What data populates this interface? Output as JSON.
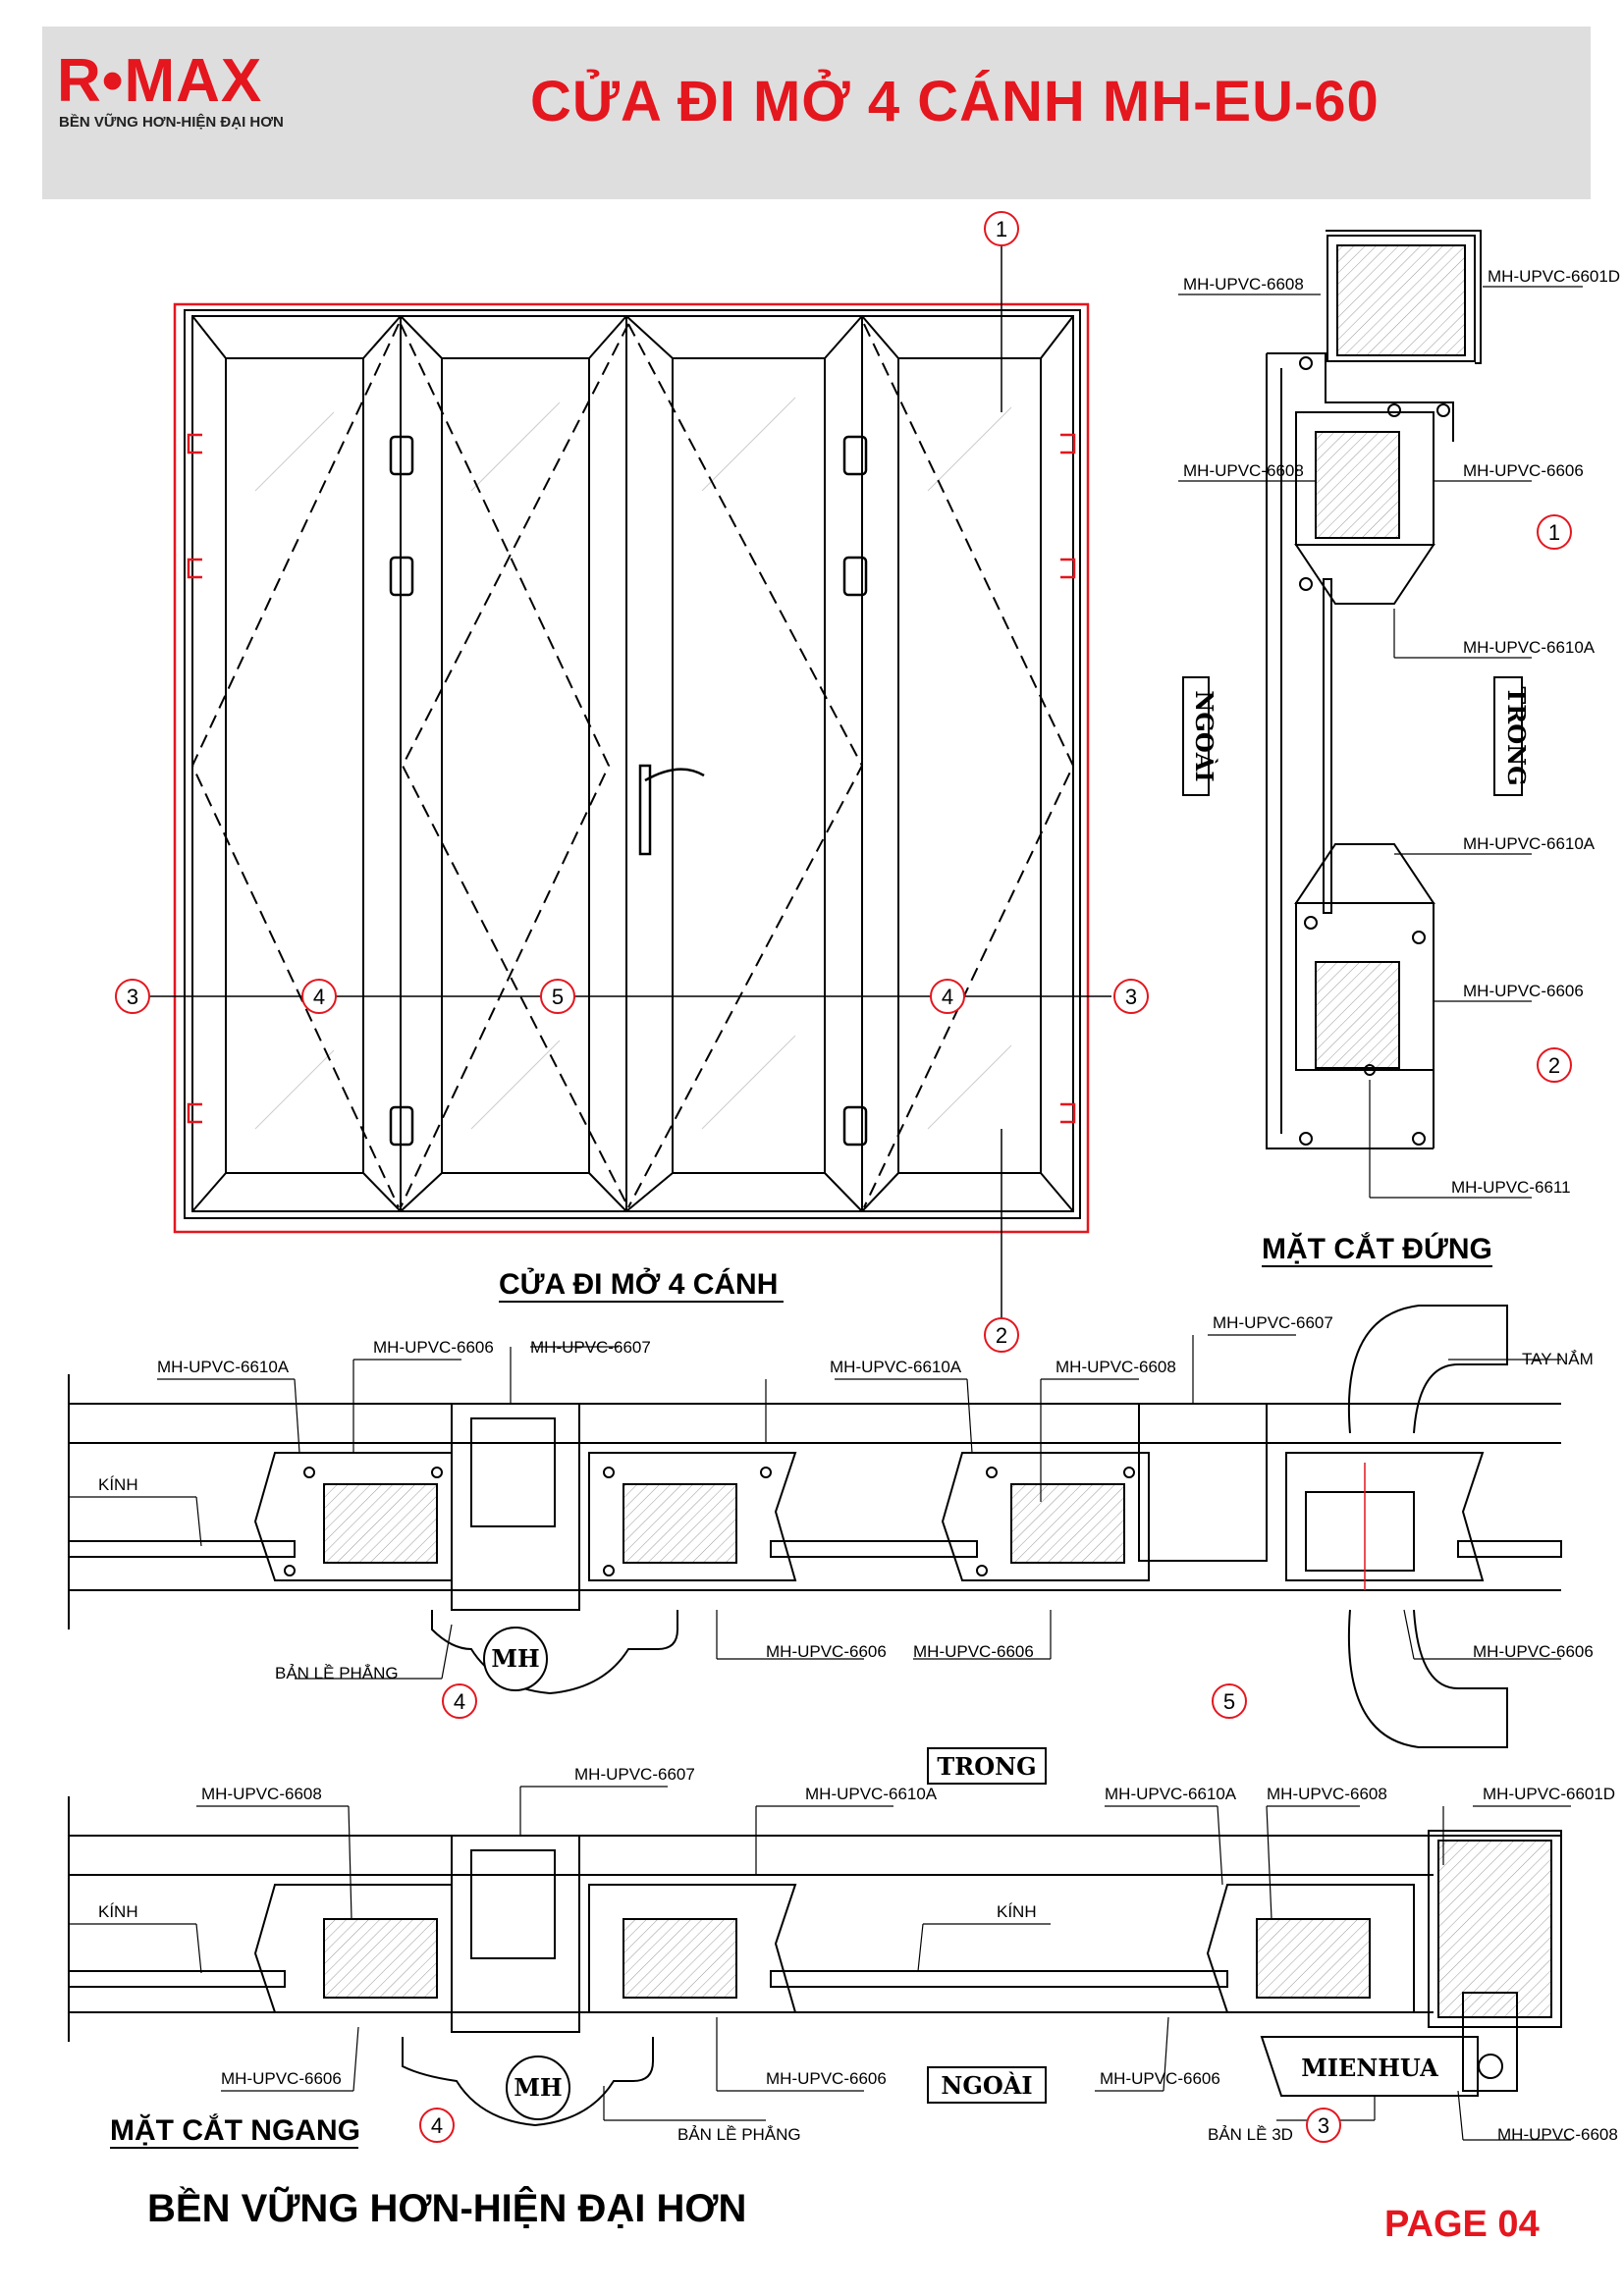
{
  "header": {
    "logo": "R•MAX",
    "logo_slogan": "BỀN VỮNG HƠN-HIỆN ĐẠI HƠN",
    "title": "CỬA ĐI MỞ 4 CÁNH MH-EU-60"
  },
  "elevation": {
    "caption": "CỬA ĐI MỞ 4 CÁNH",
    "markers": [
      "1",
      "2",
      "3",
      "4",
      "5",
      "4",
      "3"
    ]
  },
  "vertical_section": {
    "caption": "MẶT CẮT ĐỨNG",
    "side_out": "NGOÀI",
    "side_in": "TRONG",
    "labels": [
      "MH-UPVC-6608",
      "MH-UPVC-6601D",
      "MH-UPVC-6608",
      "MH-UPVC-6606",
      "MH-UPVC-6610A",
      "MH-UPVC-6610A",
      "MH-UPVC-6606",
      "MH-UPVC-6611"
    ],
    "markers": [
      "1",
      "2"
    ]
  },
  "section_upper": {
    "labels": {
      "l1": "MH-UPVC-6610A",
      "l2": "MH-UPVC-6606",
      "l3": "MH-UPVC-6607",
      "l4": "MH-UPVC-6610A",
      "l5": "MH-UPVC-6608",
      "l6": "MH-UPVC-6607",
      "l7": "TAY NẮM",
      "l8": "KÍNH",
      "l9": "BẢN LỀ PHẲNG",
      "l10": "MH-UPVC-6606",
      "l11": "MH-UPVC-6606",
      "l12": "MH-UPVC-6606"
    },
    "hinge_mark": "MH",
    "markers": [
      "4",
      "5"
    ]
  },
  "section_lower": {
    "caption": "MẶT CẮT NGANG",
    "side_in": "TRONG",
    "side_out": "NGOÀI",
    "labels": {
      "l1": "MH-UPVC-6608",
      "l2": "MH-UPVC-6607",
      "l3": "MH-UPVC-6610A",
      "l4": "MH-UPVC-6610A",
      "l5": "MH-UPVC-6608",
      "l6": "MH-UPVC-6601D",
      "l7": "KÍNH",
      "l8": "KÍNH",
      "l9": "MH-UPVC-6606",
      "l10": "MH-UPVC-6606",
      "l11": "MH-UPVC-6606",
      "l12": "BẢN LỀ PHẲNG",
      "l13": "BẢN LỀ 3D",
      "l14": "MH-UPVC-6608"
    },
    "hinge_mark": "MH",
    "hinge3d_mark": "MIENHUA",
    "markers": [
      "4",
      "3"
    ]
  },
  "footer": {
    "slogan": "BỀN VỮNG HƠN-HIỆN ĐẠI HƠN",
    "page": "PAGE 04"
  },
  "colors": {
    "accent": "#e4161e",
    "header_bg": "#dedede"
  }
}
